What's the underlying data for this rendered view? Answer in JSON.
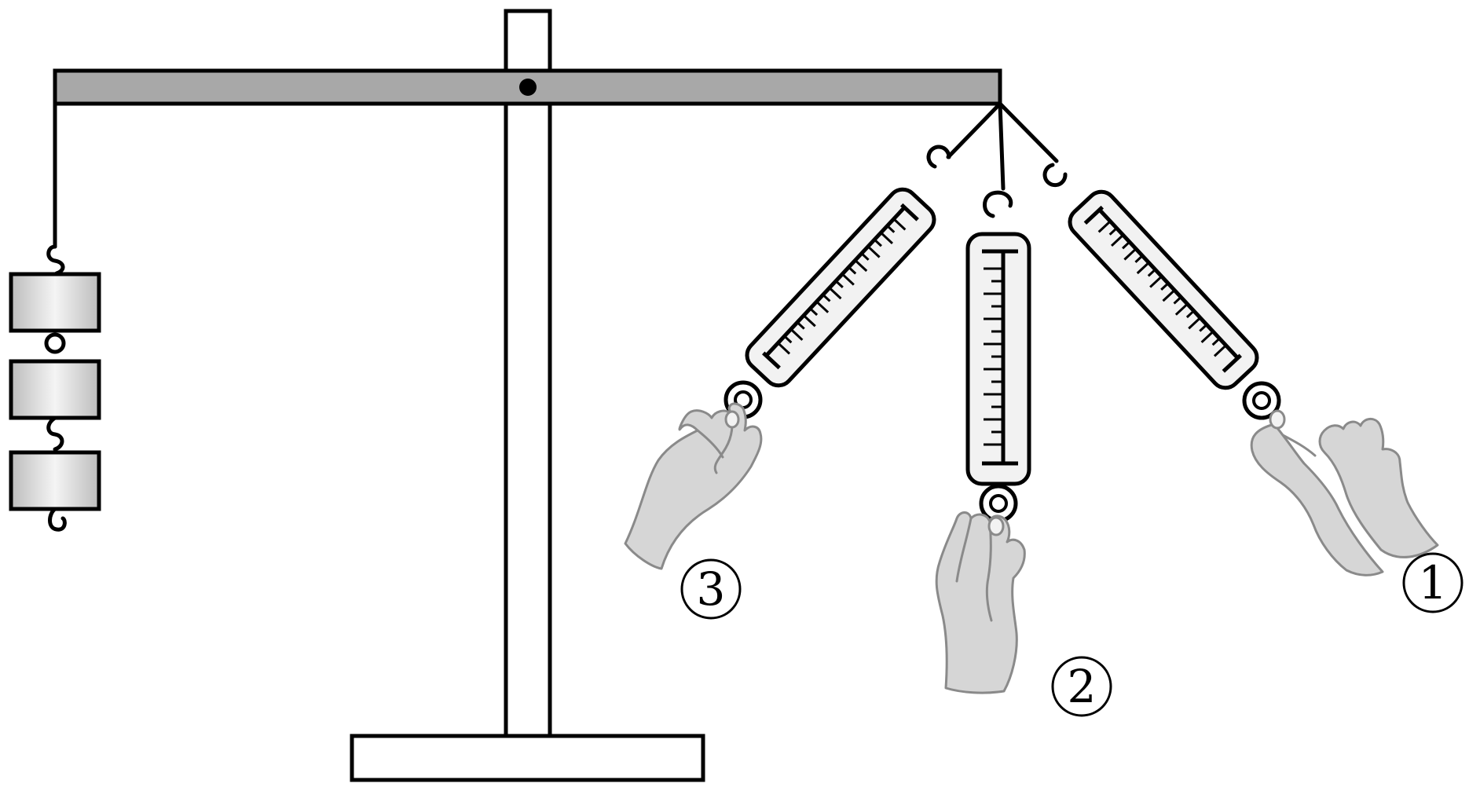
{
  "diagram": {
    "scales": [
      {
        "id": "1",
        "label": "①"
      },
      {
        "id": "2",
        "label": "②"
      },
      {
        "id": "3",
        "label": "③"
      }
    ],
    "weights": {
      "count": 3
    },
    "colors": {
      "beam": "#a8a8a8",
      "weight_light": "#f4f4f4",
      "weight_dark": "#bdbdbd",
      "hand": "#d6d6d6",
      "scale_body": "#f2f2f2"
    }
  }
}
